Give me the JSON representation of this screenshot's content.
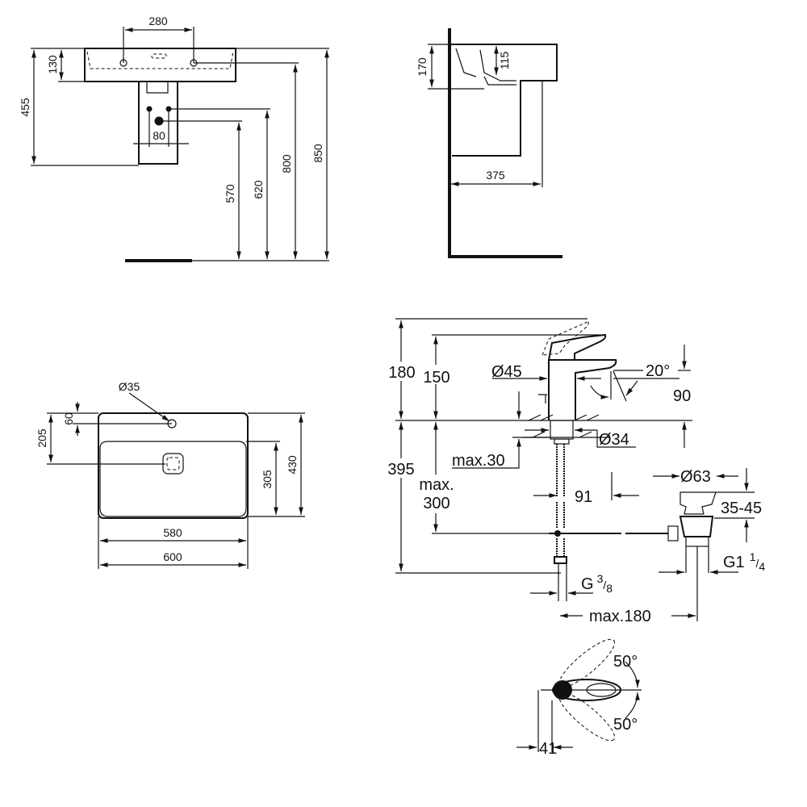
{
  "front_view": {
    "d280": "280",
    "d130": "130",
    "d455": "455",
    "d80": "80",
    "d570": "570",
    "d620": "620",
    "d800": "800",
    "d850": "850"
  },
  "side_view": {
    "d170": "170",
    "d115": "115",
    "d375": "375"
  },
  "plan_view": {
    "hole": "Ø35",
    "d60": "60",
    "d205": "205",
    "d305": "305",
    "d430": "430",
    "d580": "580",
    "d600": "600"
  },
  "faucet_view": {
    "d180": "180",
    "d150": "150",
    "d45": "Ø45",
    "angle20": "20°",
    "d90": "90",
    "d34": "Ø34",
    "max30": "max.30",
    "d395": "395",
    "max_label": "max.",
    "d300": "300",
    "d91": "91",
    "d63": "Ø63",
    "d3545": "35-45",
    "g114": "G1",
    "g114_num": "1",
    "g114_den": "4",
    "g38": "G",
    "g38_num": "3",
    "g38_den": "8",
    "max180": "max.180"
  },
  "lever_view": {
    "angle_top": "50°",
    "angle_bottom": "50°",
    "d41": "41"
  }
}
